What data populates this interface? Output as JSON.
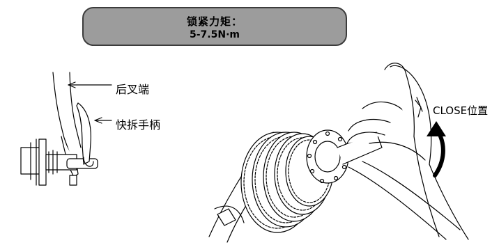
{
  "torque_box": {
    "title": "锁紧力矩：",
    "value": "5-7.5N·m"
  },
  "labels": {
    "dropout": "后叉端",
    "quick_release_lever": "快拆手柄",
    "close_position": "CLOSE位置"
  },
  "colors": {
    "box_fill": "#9c9c9c",
    "box_border": "#3c3c3c",
    "line": "#000000"
  },
  "icons": {
    "rotation": "curved-arrow-up-icon"
  }
}
